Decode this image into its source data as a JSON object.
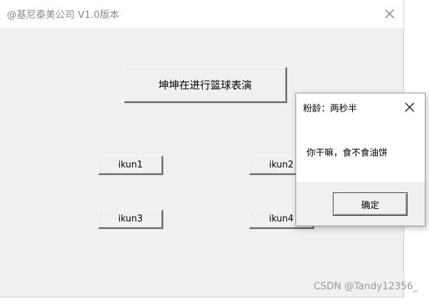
{
  "main_window": {
    "title": "@基尼泰美公司 V1.0版本",
    "main_button_label": "坤坤在进行篮球表演",
    "buttons": [
      {
        "label": "ikun1"
      },
      {
        "label": "ikun2"
      },
      {
        "label": "ikun3"
      },
      {
        "label": "ikun4"
      }
    ],
    "close_icon": "close-icon"
  },
  "dialog": {
    "title": "粉龄：两秒半",
    "message": "你干嘛，食不食油饼",
    "ok_label": "确定",
    "close_icon": "close-icon"
  },
  "watermark": "CSDN @Tandy12356_",
  "colors": {
    "window_background": "#f0f0f0",
    "titlebar_background": "#ffffff",
    "title_text": "#8a8a8a"
  }
}
